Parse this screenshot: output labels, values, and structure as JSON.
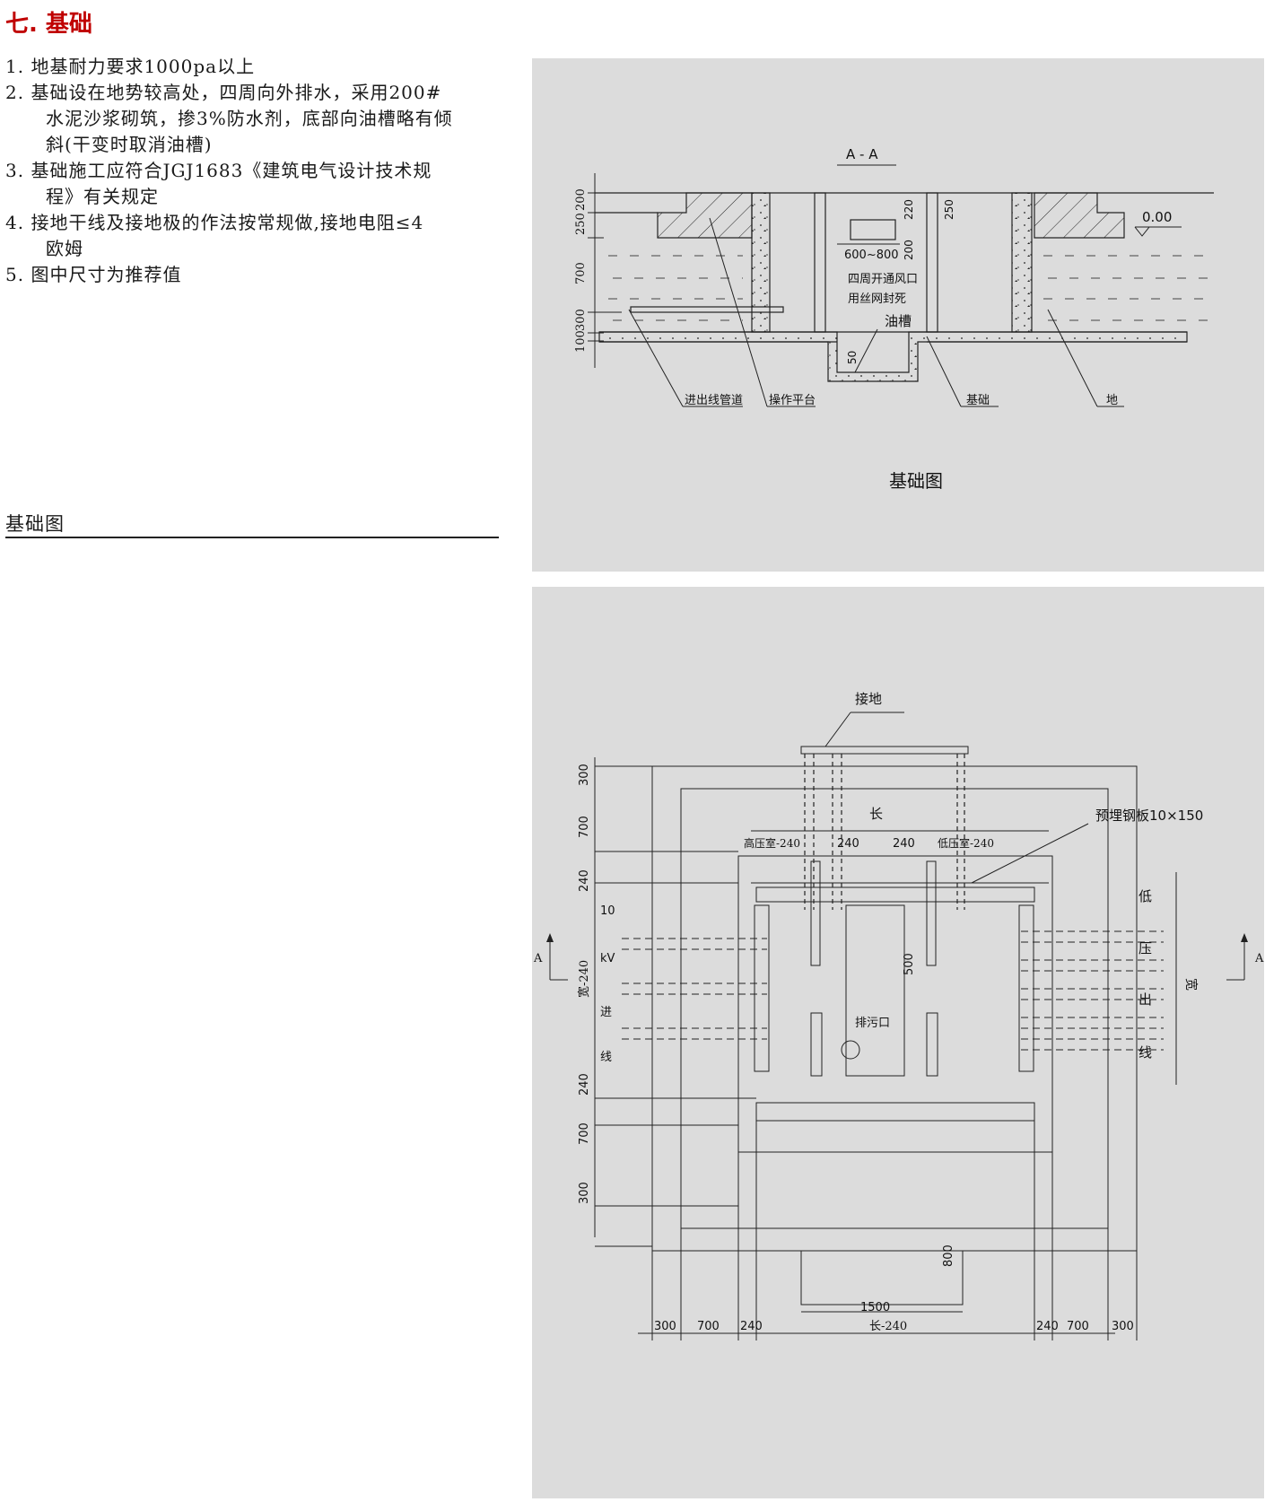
{
  "heading": "七. 基础",
  "notes": [
    {
      "lines": [
        "1. 地基耐力要求1000pa以上"
      ]
    },
    {
      "lines": [
        "2. 基础设在地势较高处，四周向外排水，采用200#",
        "水泥沙浆砌筑，掺3%防水剂，底部向油槽略有倾",
        "斜(干变时取消油槽)"
      ]
    },
    {
      "lines": [
        "3. 基础施工应符合JGJ1683《建筑电气设计技术规",
        "程》有关规定"
      ]
    },
    {
      "lines": [
        "4. 接地干线及接地极的作法按常规做,接地电阻≤4",
        "欧姆"
      ]
    },
    {
      "lines": [
        "5. 图中尺寸为推荐值"
      ]
    }
  ],
  "left_caption": "基础图",
  "section": {
    "title": "A - A",
    "caption": "基础图",
    "dims_left": [
      "200",
      "250",
      "700",
      "300",
      "100"
    ],
    "dim_220": "220",
    "dim_250r": "250",
    "dim_200": "200",
    "dim_600_800": "600~800",
    "vent_text_1": "四周开通风口",
    "vent_text_2": "用丝网封死",
    "oil_tank": "油槽",
    "dim_50": "50",
    "level": "0.00",
    "labels": [
      "进出线管道",
      "操作平台",
      "基础",
      "地"
    ]
  },
  "plan": {
    "grounding": "接地",
    "length": "长",
    "embedded_plate": "预埋钢板10×150",
    "hv_room": "高压室-240",
    "dim_240a": "240",
    "dim_240b": "240",
    "lv_room": "低压室-240",
    "left_dims": [
      "300",
      "700",
      "240",
      "宽-240",
      "240",
      "700",
      "300"
    ],
    "hv_in": [
      "10",
      "kV",
      "进",
      "线"
    ],
    "lv_out": [
      "低",
      "压",
      "出",
      "线"
    ],
    "width": "宽",
    "dim_500": "500",
    "drain": "排污口",
    "dim_800": "800",
    "dim_1500": "1500",
    "bottom_dims": [
      "300",
      "700",
      "240",
      "长-240",
      "240",
      "700",
      "300"
    ],
    "section_mark": "A"
  }
}
